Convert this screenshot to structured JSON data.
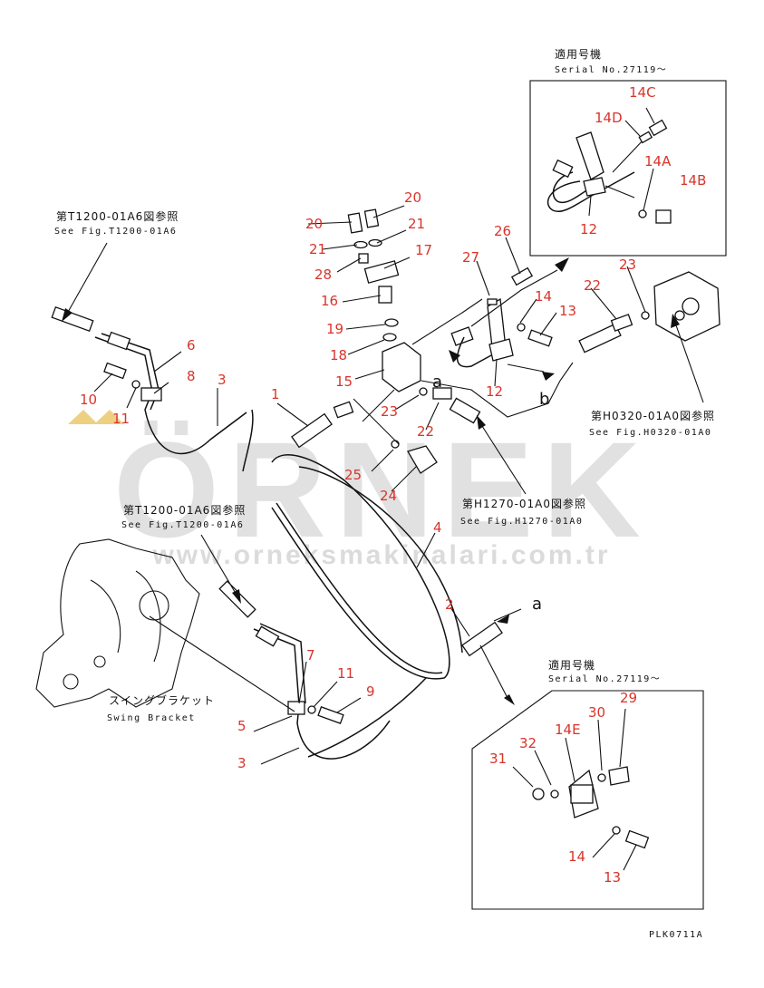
{
  "diagram": {
    "code": "PLK0711A",
    "refs": {
      "t1200_top_jp": "第T1200-01A6図参照",
      "t1200_top_en": "See Fig.T1200-01A6",
      "t1200_mid_jp": "第T1200-01A6図参照",
      "t1200_mid_en": "See Fig.T1200-01A6",
      "h0320_jp": "第H0320-01A0図参照",
      "h0320_en": "See Fig.H0320-01A0",
      "h1270_jp": "第H1270-01A0図参照",
      "h1270_en": "See Fig.H1270-01A0"
    },
    "inset_top": {
      "jp": "適用号機",
      "serial": "Serial No.27119～"
    },
    "inset_bottom": {
      "jp": "適用号機",
      "serial": "Serial No.27119～"
    },
    "swing_bracket": {
      "jp": "スイングブラケット",
      "en": "Swing Bracket"
    },
    "letters": {
      "a": "a",
      "b": "b"
    },
    "parts": {
      "p1": "1",
      "p2": "2",
      "p3a": "3",
      "p3b": "3",
      "p4": "4",
      "p5": "5",
      "p6": "6",
      "p7": "7",
      "p8": "8",
      "p9": "9",
      "p10": "10",
      "p11a": "11",
      "p11b": "11",
      "p12a": "12",
      "p12b": "12",
      "p13a": "13",
      "p13b": "13",
      "p14a": "14",
      "p14b": "14",
      "p14A": "14A",
      "p14B": "14B",
      "p14C": "14C",
      "p14D": "14D",
      "p14E": "14E",
      "p15": "15",
      "p16": "16",
      "p17": "17",
      "p18": "18",
      "p19": "19",
      "p20a": "20",
      "p20b": "20",
      "p21a": "21",
      "p21b": "21",
      "p22a": "22",
      "p22b": "22",
      "p23a": "23",
      "p23b": "23",
      "p24": "24",
      "p25": "25",
      "p26": "26",
      "p27": "27",
      "p28": "28",
      "p29": "29",
      "p30": "30",
      "p31": "31",
      "p32": "32"
    }
  },
  "watermark": {
    "brand": "ÖRNEK",
    "url": "www.orneksmakinalari.com.tr"
  }
}
